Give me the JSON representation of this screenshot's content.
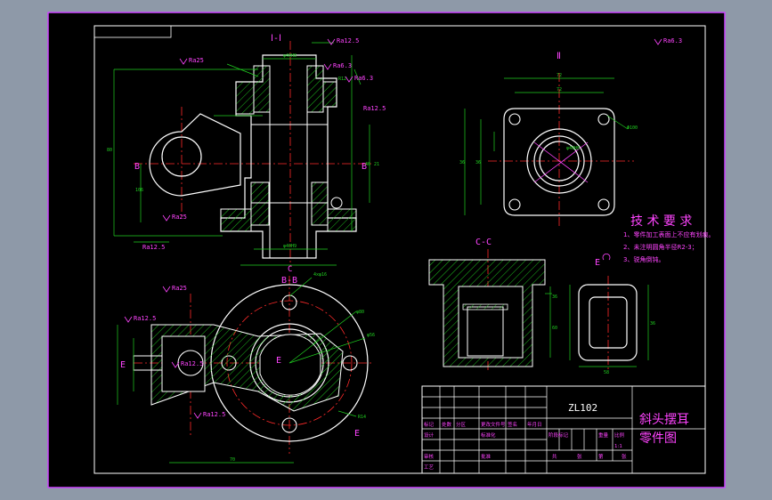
{
  "drawing": {
    "section_labels": {
      "view_top": "Ⅰ-Ⅰ",
      "view_right": "Ⅱ",
      "view_bottom": "B-B",
      "view_cc": "C-C",
      "view_e": "E",
      "marker_b": "B",
      "marker_c": "C",
      "marker_e": "E"
    },
    "roughness_top": [
      "Ra12.5",
      "Ra6.3",
      "Ra25",
      "Ra6.3",
      "Ra12.5"
    ],
    "roughness_mid": [
      "Ra25",
      "Ra12.5"
    ],
    "roughness_bottom": [
      "Ra25",
      "Ra12.5",
      "Ra12.5",
      "Ra12.5"
    ],
    "roughness_corner": "Ra6.3",
    "dims_small": [
      "φ40H8",
      "φ40H9",
      "4xφ16",
      "φ40H8",
      "φ80",
      "φ56",
      "Φ100",
      "R14",
      "R12",
      "72",
      "72",
      "36",
      "36",
      "80",
      "106",
      "46",
      "21",
      "36",
      "60",
      "58",
      "36",
      "70"
    ],
    "tech_req": {
      "title": "技 术 要 求",
      "items": [
        "1、零件加工表面上不应有划痕。",
        "2、未注明圆角半径R2-3；",
        "3、锐角倒钝。"
      ]
    },
    "title_block": {
      "material": "ZL102",
      "part_name": "斜头摆耳",
      "drawing_type": "零件图",
      "rows": [
        "标记",
        "处数",
        "分区",
        "更改文件号",
        "签名",
        "年月日",
        "设计",
        "标准化",
        "阶段标记",
        "重量",
        "比例",
        "审核",
        "工艺",
        "批准"
      ],
      "scale": "1:1",
      "sheet": [
        "共",
        "张",
        "第",
        "张"
      ]
    }
  },
  "colors": {
    "background": "#000000",
    "frame": "#ffffff",
    "outline": "#ffffff",
    "centerline": "#ff2a2a",
    "hatch": "#20d020",
    "dimension": "#20d020",
    "annotation": "#ff44ff",
    "title_text": "#ff44ff"
  }
}
